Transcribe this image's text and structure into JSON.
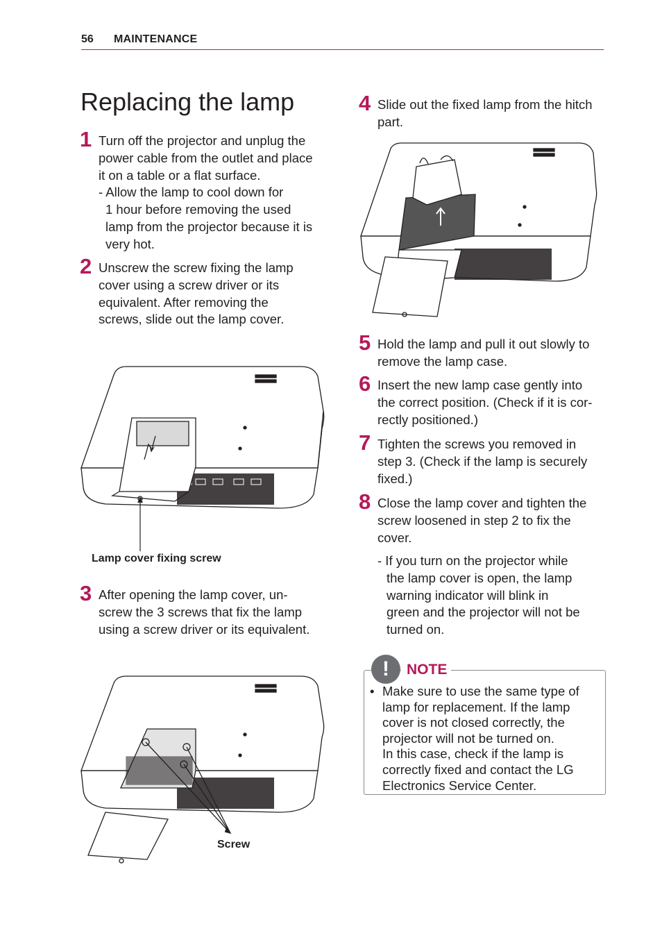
{
  "header": {
    "page_number": "56",
    "section": "MAINTENANCE"
  },
  "title": "Replacing the lamp",
  "steps": [
    {
      "num": "1",
      "lines": [
        "Turn off the projector and unplug the",
        "power cable from the outlet and place",
        "it on a table or a flat surface."
      ],
      "sub": [
        "- Allow the lamp to cool down for",
        "1 hour before removing the used",
        "lamp from the projector because it is",
        "very hot."
      ]
    },
    {
      "num": "2",
      "lines": [
        "Unscrew the screw fixing the lamp",
        "cover using a screw driver or its",
        "equivalent. After removing the",
        "screws, slide out the lamp cover."
      ]
    },
    {
      "num": "3",
      "lines": [
        "After opening the lamp cover, un-",
        "screw the 3 screws that fix the lamp",
        "using a screw driver or its equivalent."
      ]
    },
    {
      "num": "4",
      "lines": [
        "Slide out the fixed lamp from the hitch",
        "part."
      ]
    },
    {
      "num": "5",
      "lines": [
        "Hold the lamp and pull it out slowly to",
        "remove the lamp case."
      ]
    },
    {
      "num": "6",
      "lines": [
        "Insert the new lamp case gently into",
        "the correct position. (Check if it is cor-",
        "rectly positioned.)"
      ]
    },
    {
      "num": "7",
      "lines": [
        "Tighten the screws you removed in",
        "step 3. (Check if the lamp is securely",
        "fixed.)"
      ]
    },
    {
      "num": "8",
      "lines": [
        "Close the lamp cover and tighten the",
        "screw loosened in step 2 to fix the",
        "cover."
      ],
      "sub": [
        "- If you turn on the projector while",
        "the lamp cover is open, the lamp",
        "warning indicator will blink in",
        "green and the projector will not be",
        "turned on."
      ]
    }
  ],
  "captions": {
    "fig1": "Lamp cover fixing screw",
    "fig2": "Screw"
  },
  "note": {
    "label": "NOTE",
    "icon": "exclamation-icon",
    "bullet": "•",
    "lines": [
      "Make sure to use the same type of",
      "lamp for replacement. If the lamp",
      "cover is not closed correctly, the",
      "projector will not be turned on.",
      "In this case, check if the lamp is",
      "correctly fixed and contact the LG",
      "Electronics Service Center."
    ]
  },
  "colors": {
    "accent": "#b5195a",
    "text": "#231f20",
    "note_icon": "#6d6e71"
  }
}
